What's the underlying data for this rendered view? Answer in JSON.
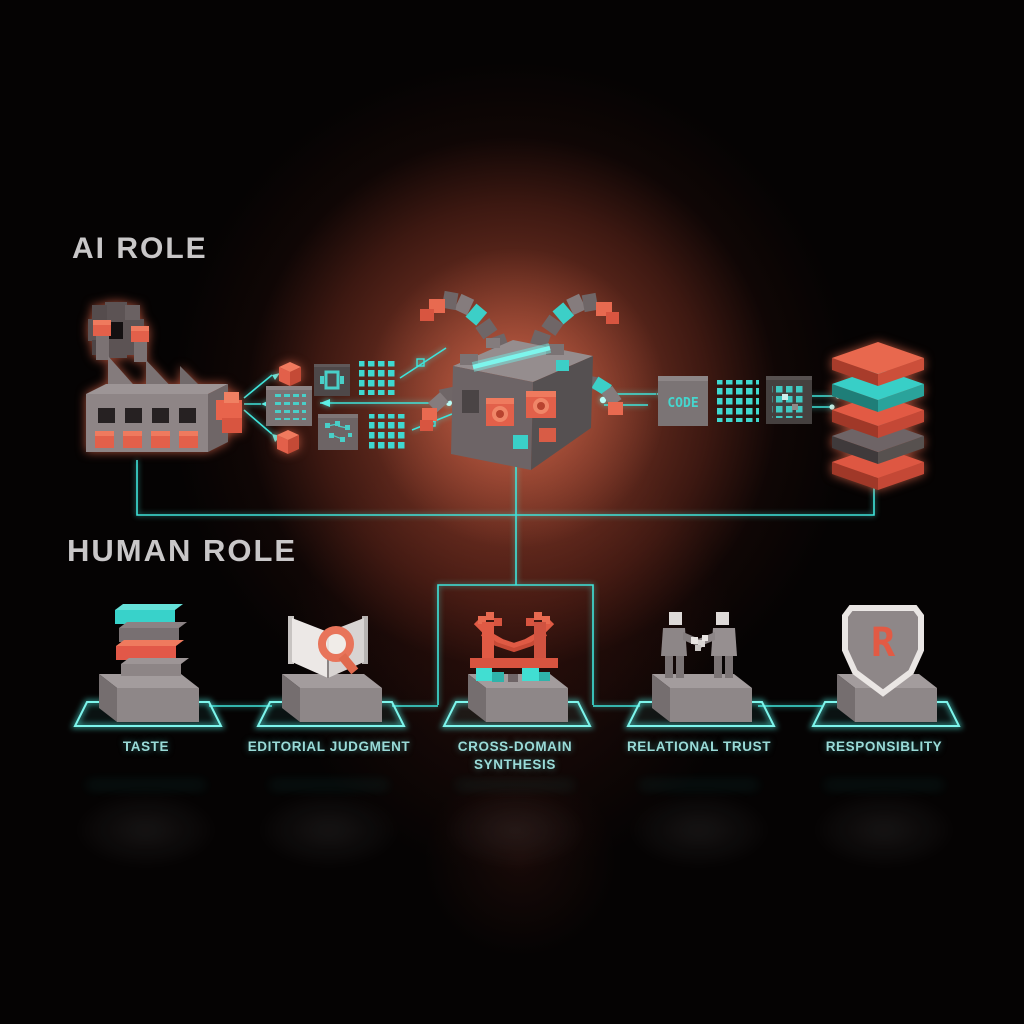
{
  "titles": {
    "ai": "AI ROLE",
    "human": "HUMAN ROLE"
  },
  "colors": {
    "background": "#050303",
    "accent_teal": "#3fe3da",
    "accent_orange": "#e2604a",
    "center_glow_red": "#c05538",
    "voxel_gray": "#8a8182",
    "title_gray": "#c9c7c8",
    "label_teal": "#9adbd8"
  },
  "ai_pipeline": {
    "stages": [
      {
        "id": "generator",
        "icon": "voxel-factory-with-gear"
      },
      {
        "id": "artifacts",
        "icon": "data-cubes-chips-and-grids"
      },
      {
        "id": "core",
        "icon": "robotic-arms-core-cube"
      },
      {
        "id": "output",
        "icon": "code-chip-and-grids"
      },
      {
        "id": "result",
        "icon": "layer-stack"
      }
    ],
    "code_chip": {
      "label": "CODE"
    },
    "stack_layer_colors": [
      "#e8684e",
      "#38cfc7",
      "#e25a44",
      "#6e6466",
      "#de5742"
    ]
  },
  "human_pillars": [
    {
      "label": "TASTE",
      "icon": "stacked-bars"
    },
    {
      "label": "EDITORIAL JUDGMENT",
      "icon": "open-book-with-magnifier"
    },
    {
      "label": "CROSS-DOMAIN SYNTHESIS",
      "icon": "voxel-bridge"
    },
    {
      "label": "RELATIONAL TRUST",
      "icon": "handshake-figures"
    },
    {
      "label": "RESPONSIBLITY",
      "icon": "shield-with-letter",
      "shield_letter": "R"
    }
  ]
}
